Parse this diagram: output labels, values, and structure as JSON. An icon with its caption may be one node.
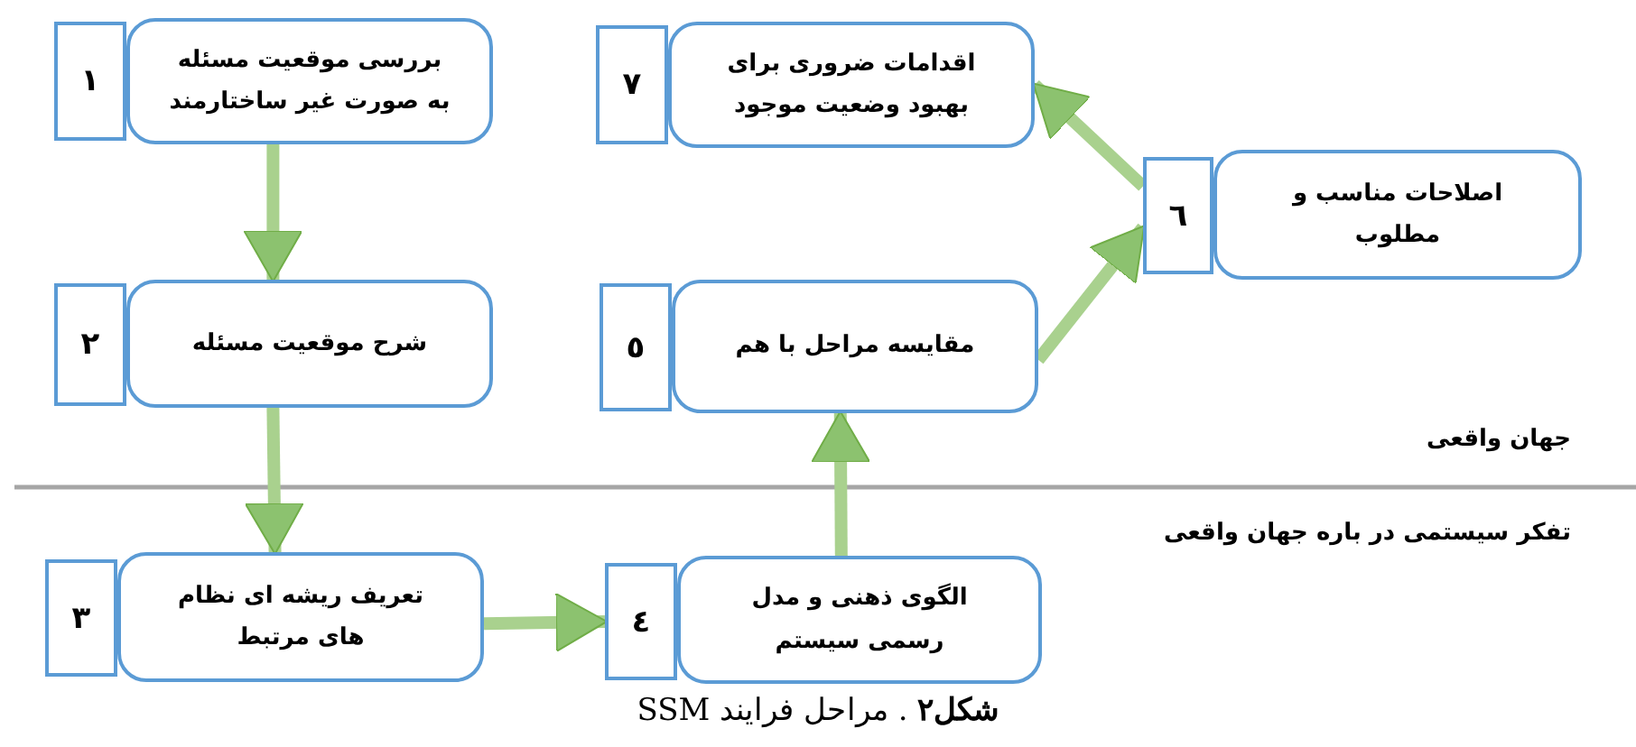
{
  "diagram": {
    "caption": "**شکل۲** . مراحل فرایند SSM",
    "nodes": [
      {
        "text": [
          "۱"
        ]
      },
      {
        "text": [
          "بررسی موقعیت مسئله به صورت غیر ساختارمند"
        ]
      },
      {
        "text": [
          "۲"
        ]
      },
      {
        "text": [
          "شرح موقعیت مسئله"
        ]
      },
      {
        "text": [
          "۳"
        ]
      },
      {
        "text": [
          "تعریف ریشه ای نظام های مرتبط"
        ]
      },
      {
        "text": [
          "٤"
        ]
      },
      {
        "text": [
          "الگوی ذهنی و مدل رسمی سیستم"
        ]
      },
      {
        "text": [
          "٥"
        ]
      },
      {
        "text": [
          "مقایسه مراحل با هم"
        ]
      },
      {
        "text": [
          "٦"
        ]
      },
      {
        "text": [
          "اصلاحات مناسب و مطلوب"
        ]
      },
      {
        "text": [
          "۷"
        ]
      },
      {
        "text": [
          "اقدامات ضروری برای بهبود وضعیت موجود"
        ]
      }
    ],
    "edges": [
      {
        "from": 1,
        "to": 3,
        "arrow": "to"
      },
      {
        "from": 3,
        "to": 5,
        "arrow": "to"
      },
      {
        "from": 5,
        "to": 6,
        "arrow": "to"
      },
      {
        "from": 7,
        "to": 9,
        "arrow": "to"
      },
      {
        "from": 9,
        "to": 10,
        "arrow": "to"
      },
      {
        "from": 10,
        "to": 13,
        "arrow": "to"
      }
    ],
    "labels": [
      "جهان واقعی",
      "تفکر سیستمی در باره جهان واقعی"
    ]
  }
}
